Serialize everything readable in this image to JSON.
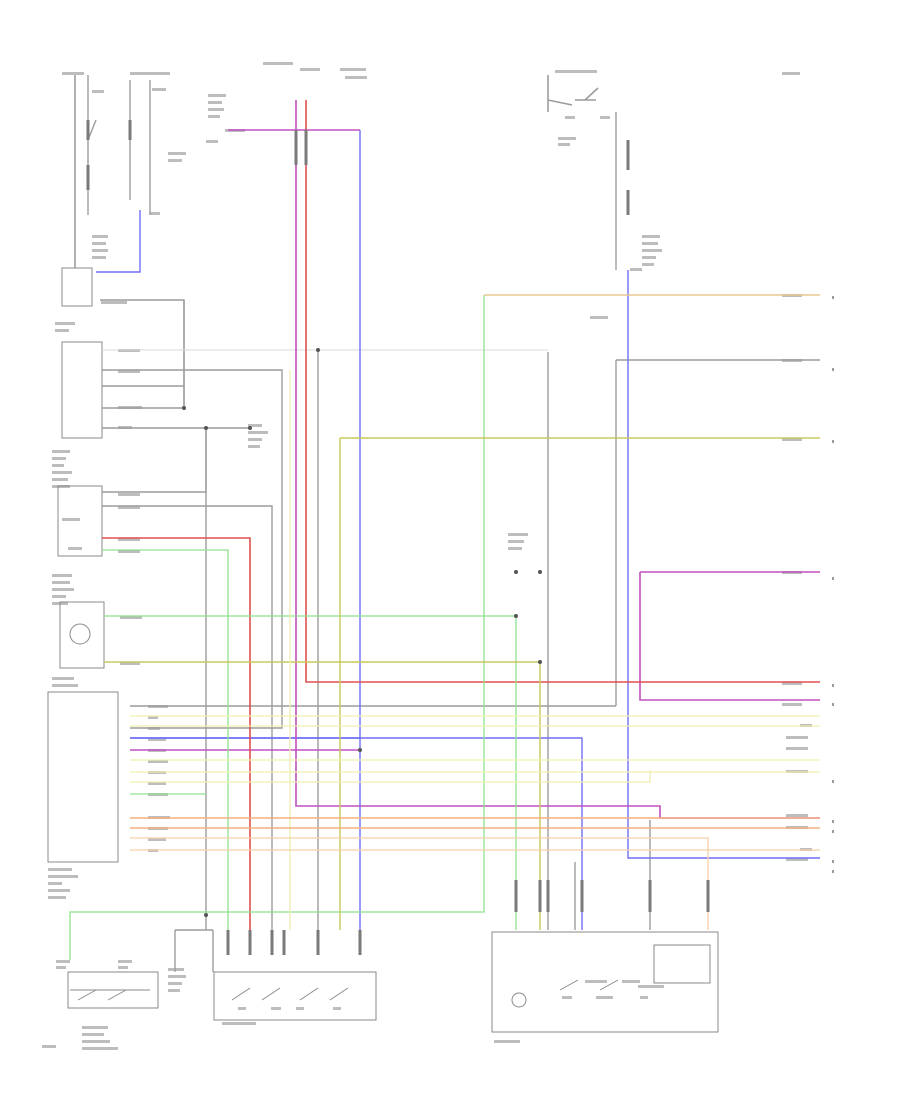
{
  "diagram": {
    "labels": [],
    "colors": {
      "gray": "#9c9c9c",
      "blue": "#6f6ff5",
      "violet": "#c050c0",
      "red": "#e05050",
      "green": "#8ee08e",
      "yellow": "#e8e8a0",
      "orange": "#f5b080",
      "olive": "#c8c85a",
      "tan": "#d8c890",
      "pink": "#f0a0c0"
    },
    "components": [
      "fuse-block",
      "ignition-switch",
      "relay-upper-left",
      "switch-assembly-left",
      "module-box",
      "sensor-box",
      "relay-center",
      "bottom-switch-left",
      "bottom-switch-center",
      "bottom-switch-right"
    ]
  }
}
